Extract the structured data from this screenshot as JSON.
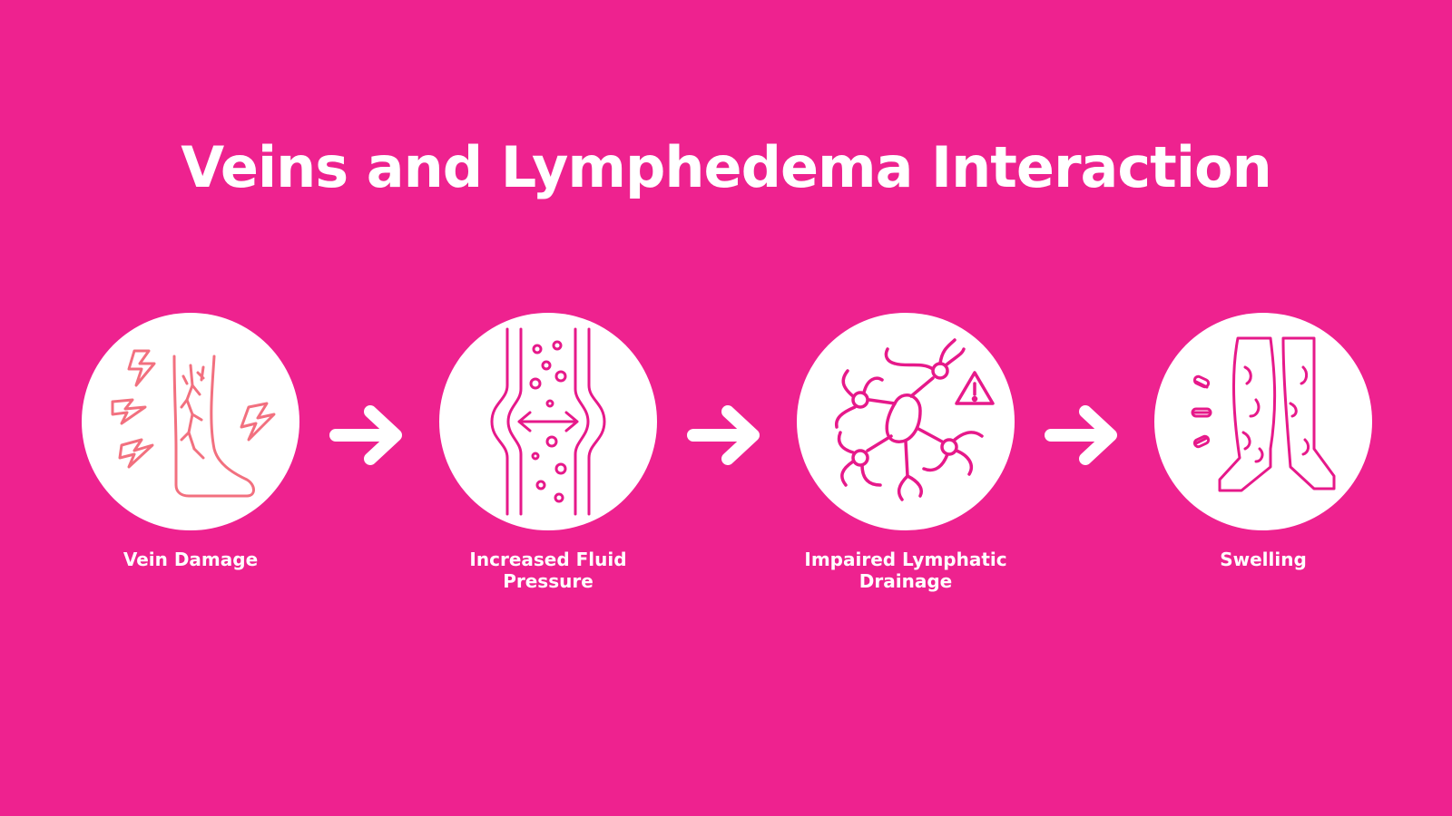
{
  "title": "Veins and Lymphedema Interaction",
  "steps": [
    {
      "label": "Vein Damage",
      "icon": "damaged-leg-icon"
    },
    {
      "label": "Increased Fluid Pressure",
      "icon": "fluid-pressure-vessel-icon"
    },
    {
      "label": "Impaired Lymphatic Drainage",
      "icon": "lymph-node-warning-icon"
    },
    {
      "label": "Swelling",
      "icon": "swollen-legs-icon"
    }
  ],
  "colors": {
    "background": "#EE228F",
    "circle": "#FFFFFF",
    "text": "#FFFFFF",
    "icon_coral": "#F2707F",
    "icon_magenta": "#E6198A"
  }
}
